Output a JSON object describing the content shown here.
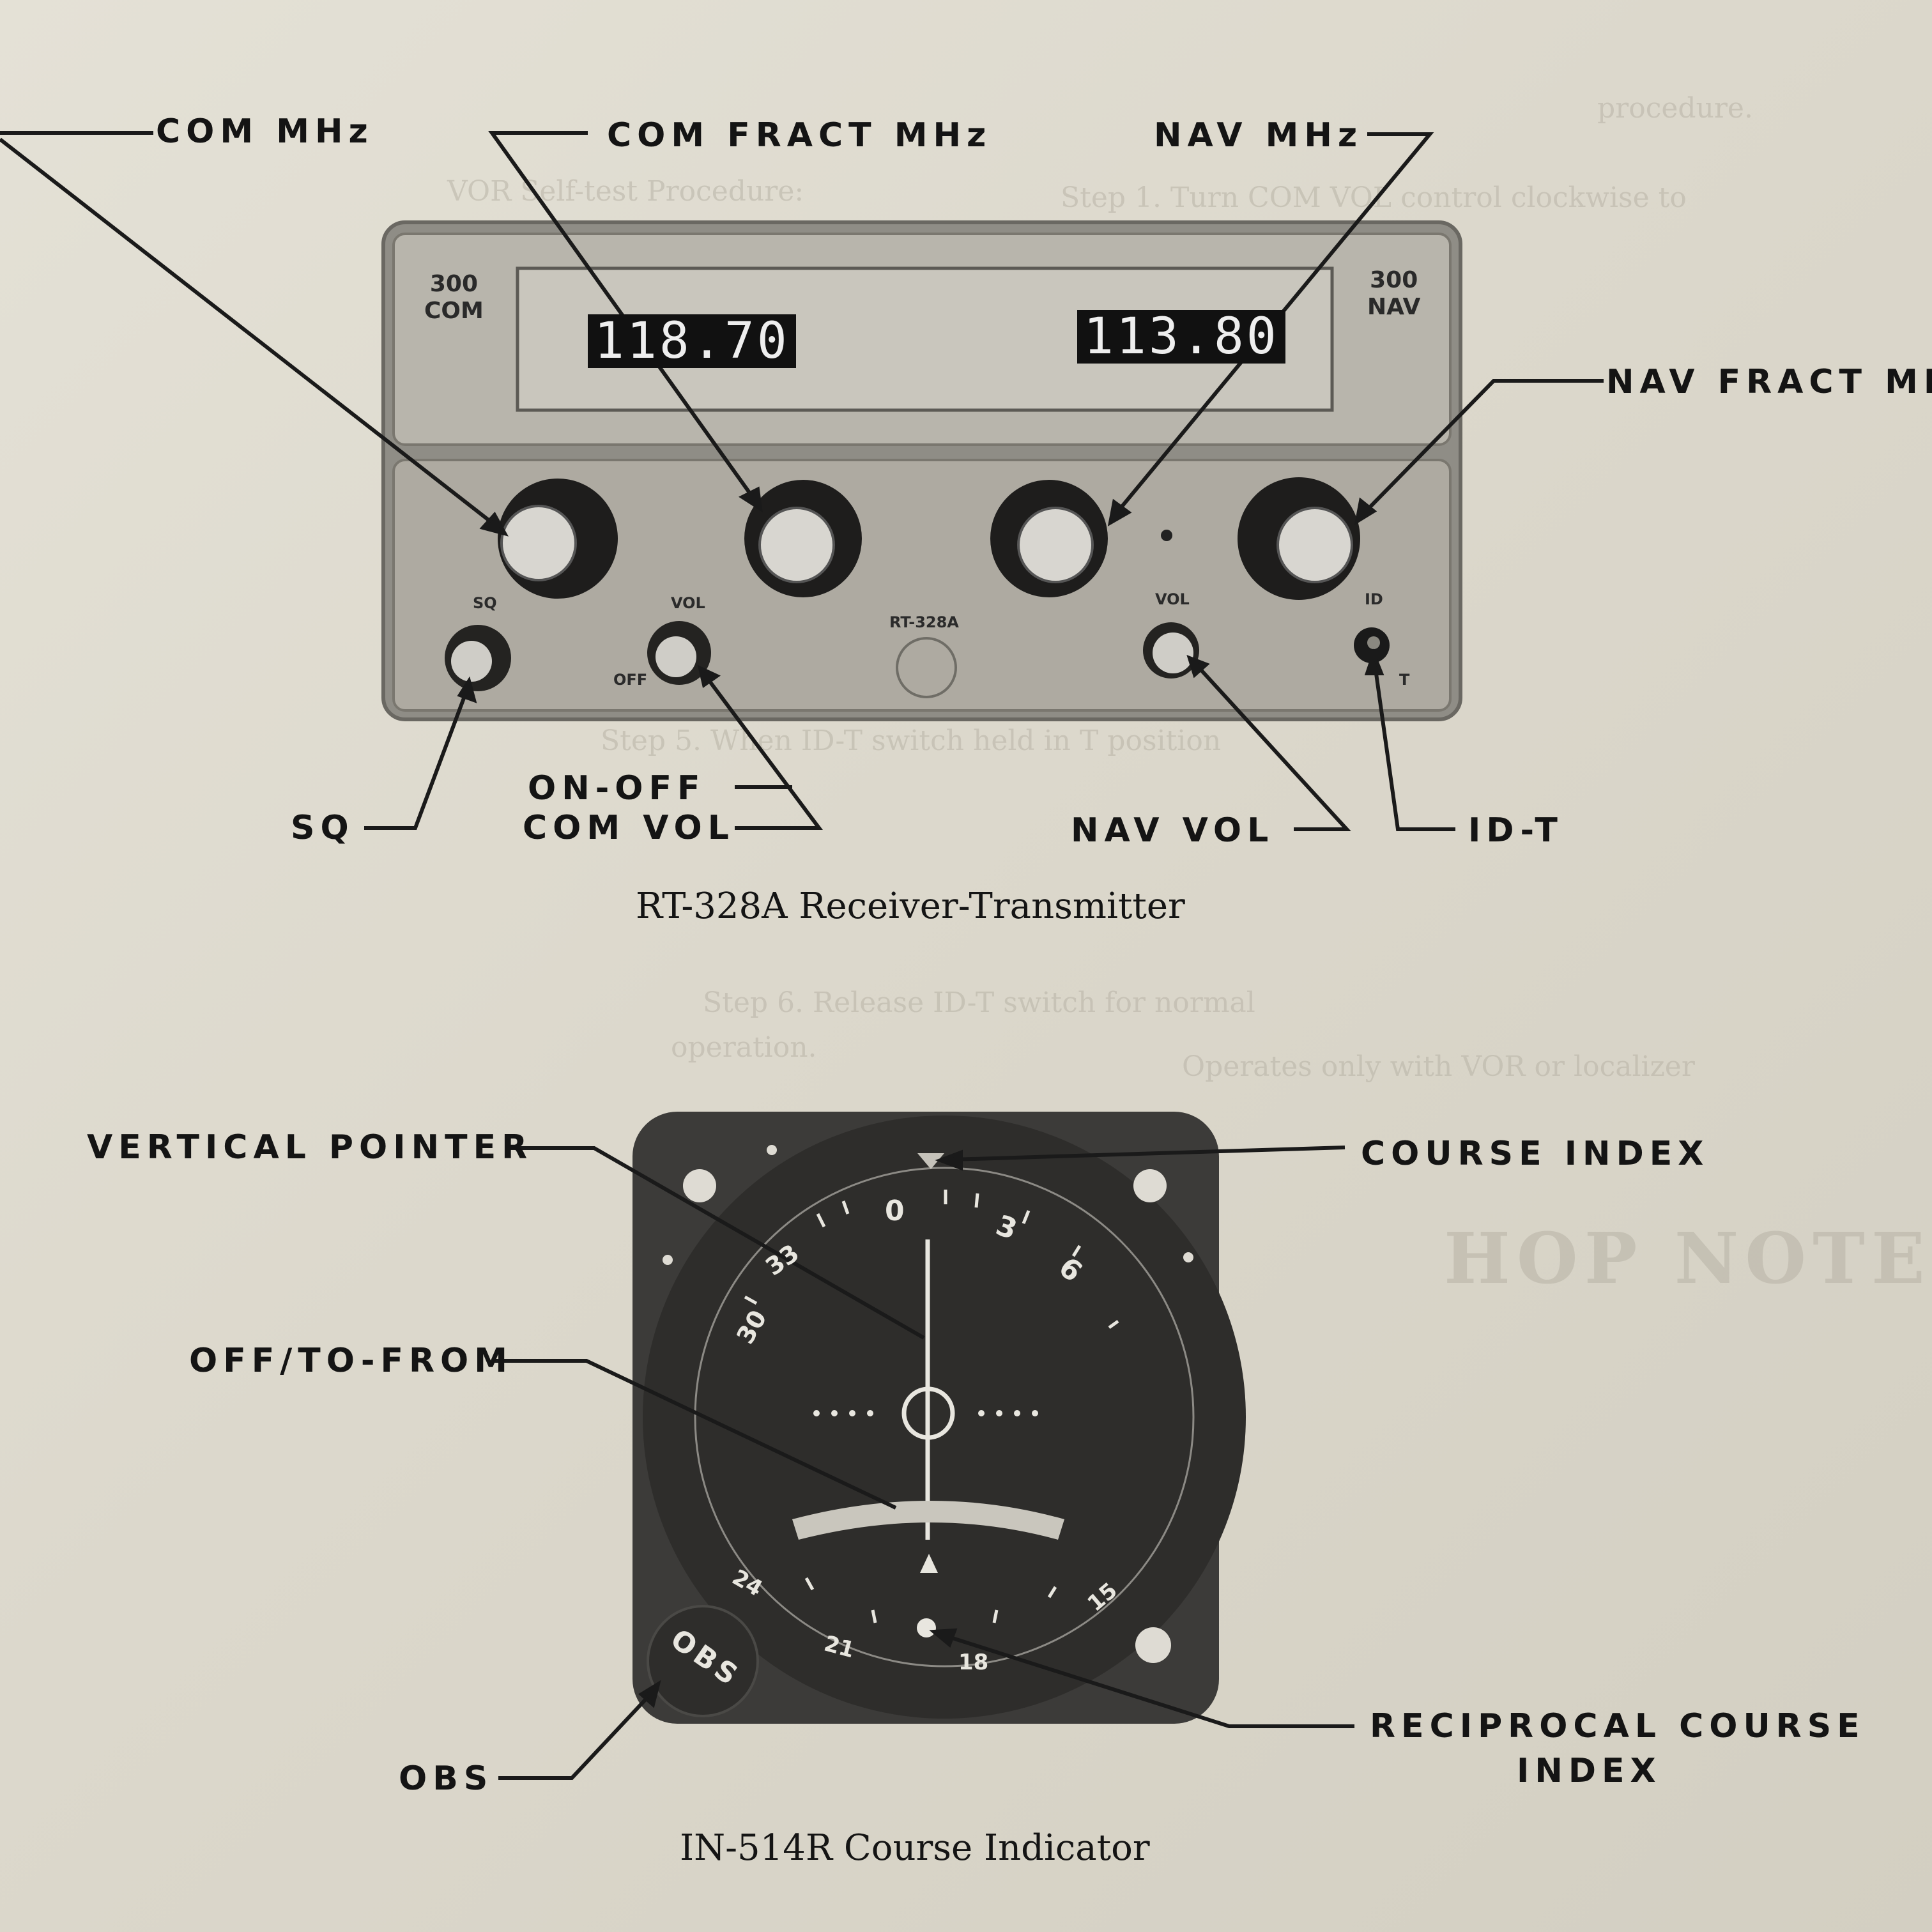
{
  "radio": {
    "left_brand": "300\nCOM",
    "right_brand": "300\nNAV",
    "com_freq": "118.70",
    "nav_freq": "113.80",
    "model": "RT-328A",
    "knob_labels": {
      "sq": "SQ",
      "vol_com": "VOL",
      "off": "OFF",
      "vol_nav": "VOL",
      "id": "ID",
      "t": "T"
    }
  },
  "callouts_top": {
    "com_mhz": "COM MHz",
    "com_fract_mhz": "COM FRACT MHz",
    "nav_mhz": "NAV MHz",
    "nav_fract": "NAV FRACT MI",
    "sq": "SQ",
    "on_off": "ON-OFF",
    "com_vol": "COM VOL",
    "nav_vol": "NAV VOL",
    "id_t": "ID-T"
  },
  "caption_top": "RT-328A Receiver-Transmitter",
  "indicator": {
    "top_scale": [
      "33",
      "0",
      "3",
      "6",
      "30"
    ],
    "bottom_scale": [
      "24",
      "21",
      "18",
      "15"
    ],
    "obs_knob": "OBS"
  },
  "callouts_bottom": {
    "vertical_pointer": "VERTICAL POINTER",
    "off_to_from": "OFF/TO-FROM",
    "course_index": "COURSE INDEX",
    "reciprocal_1": "RECIPROCAL COURSE",
    "reciprocal_2": "INDEX",
    "obs": "OBS"
  },
  "caption_bottom": "IN-514R Course Indicator",
  "background_text": {
    "line1": "procedure.",
    "line2": "Step 1. Turn COM VOL control clockwise to",
    "line3": "VOR Self-test Procedure:",
    "line4": "Step 5. When ID-T switch held in T position",
    "line5": "Operates only with VOR or localizer",
    "line6": "HOP NOTES:",
    "line7": "Step 6. Release ID-T switch for normal",
    "line8": "operation."
  }
}
